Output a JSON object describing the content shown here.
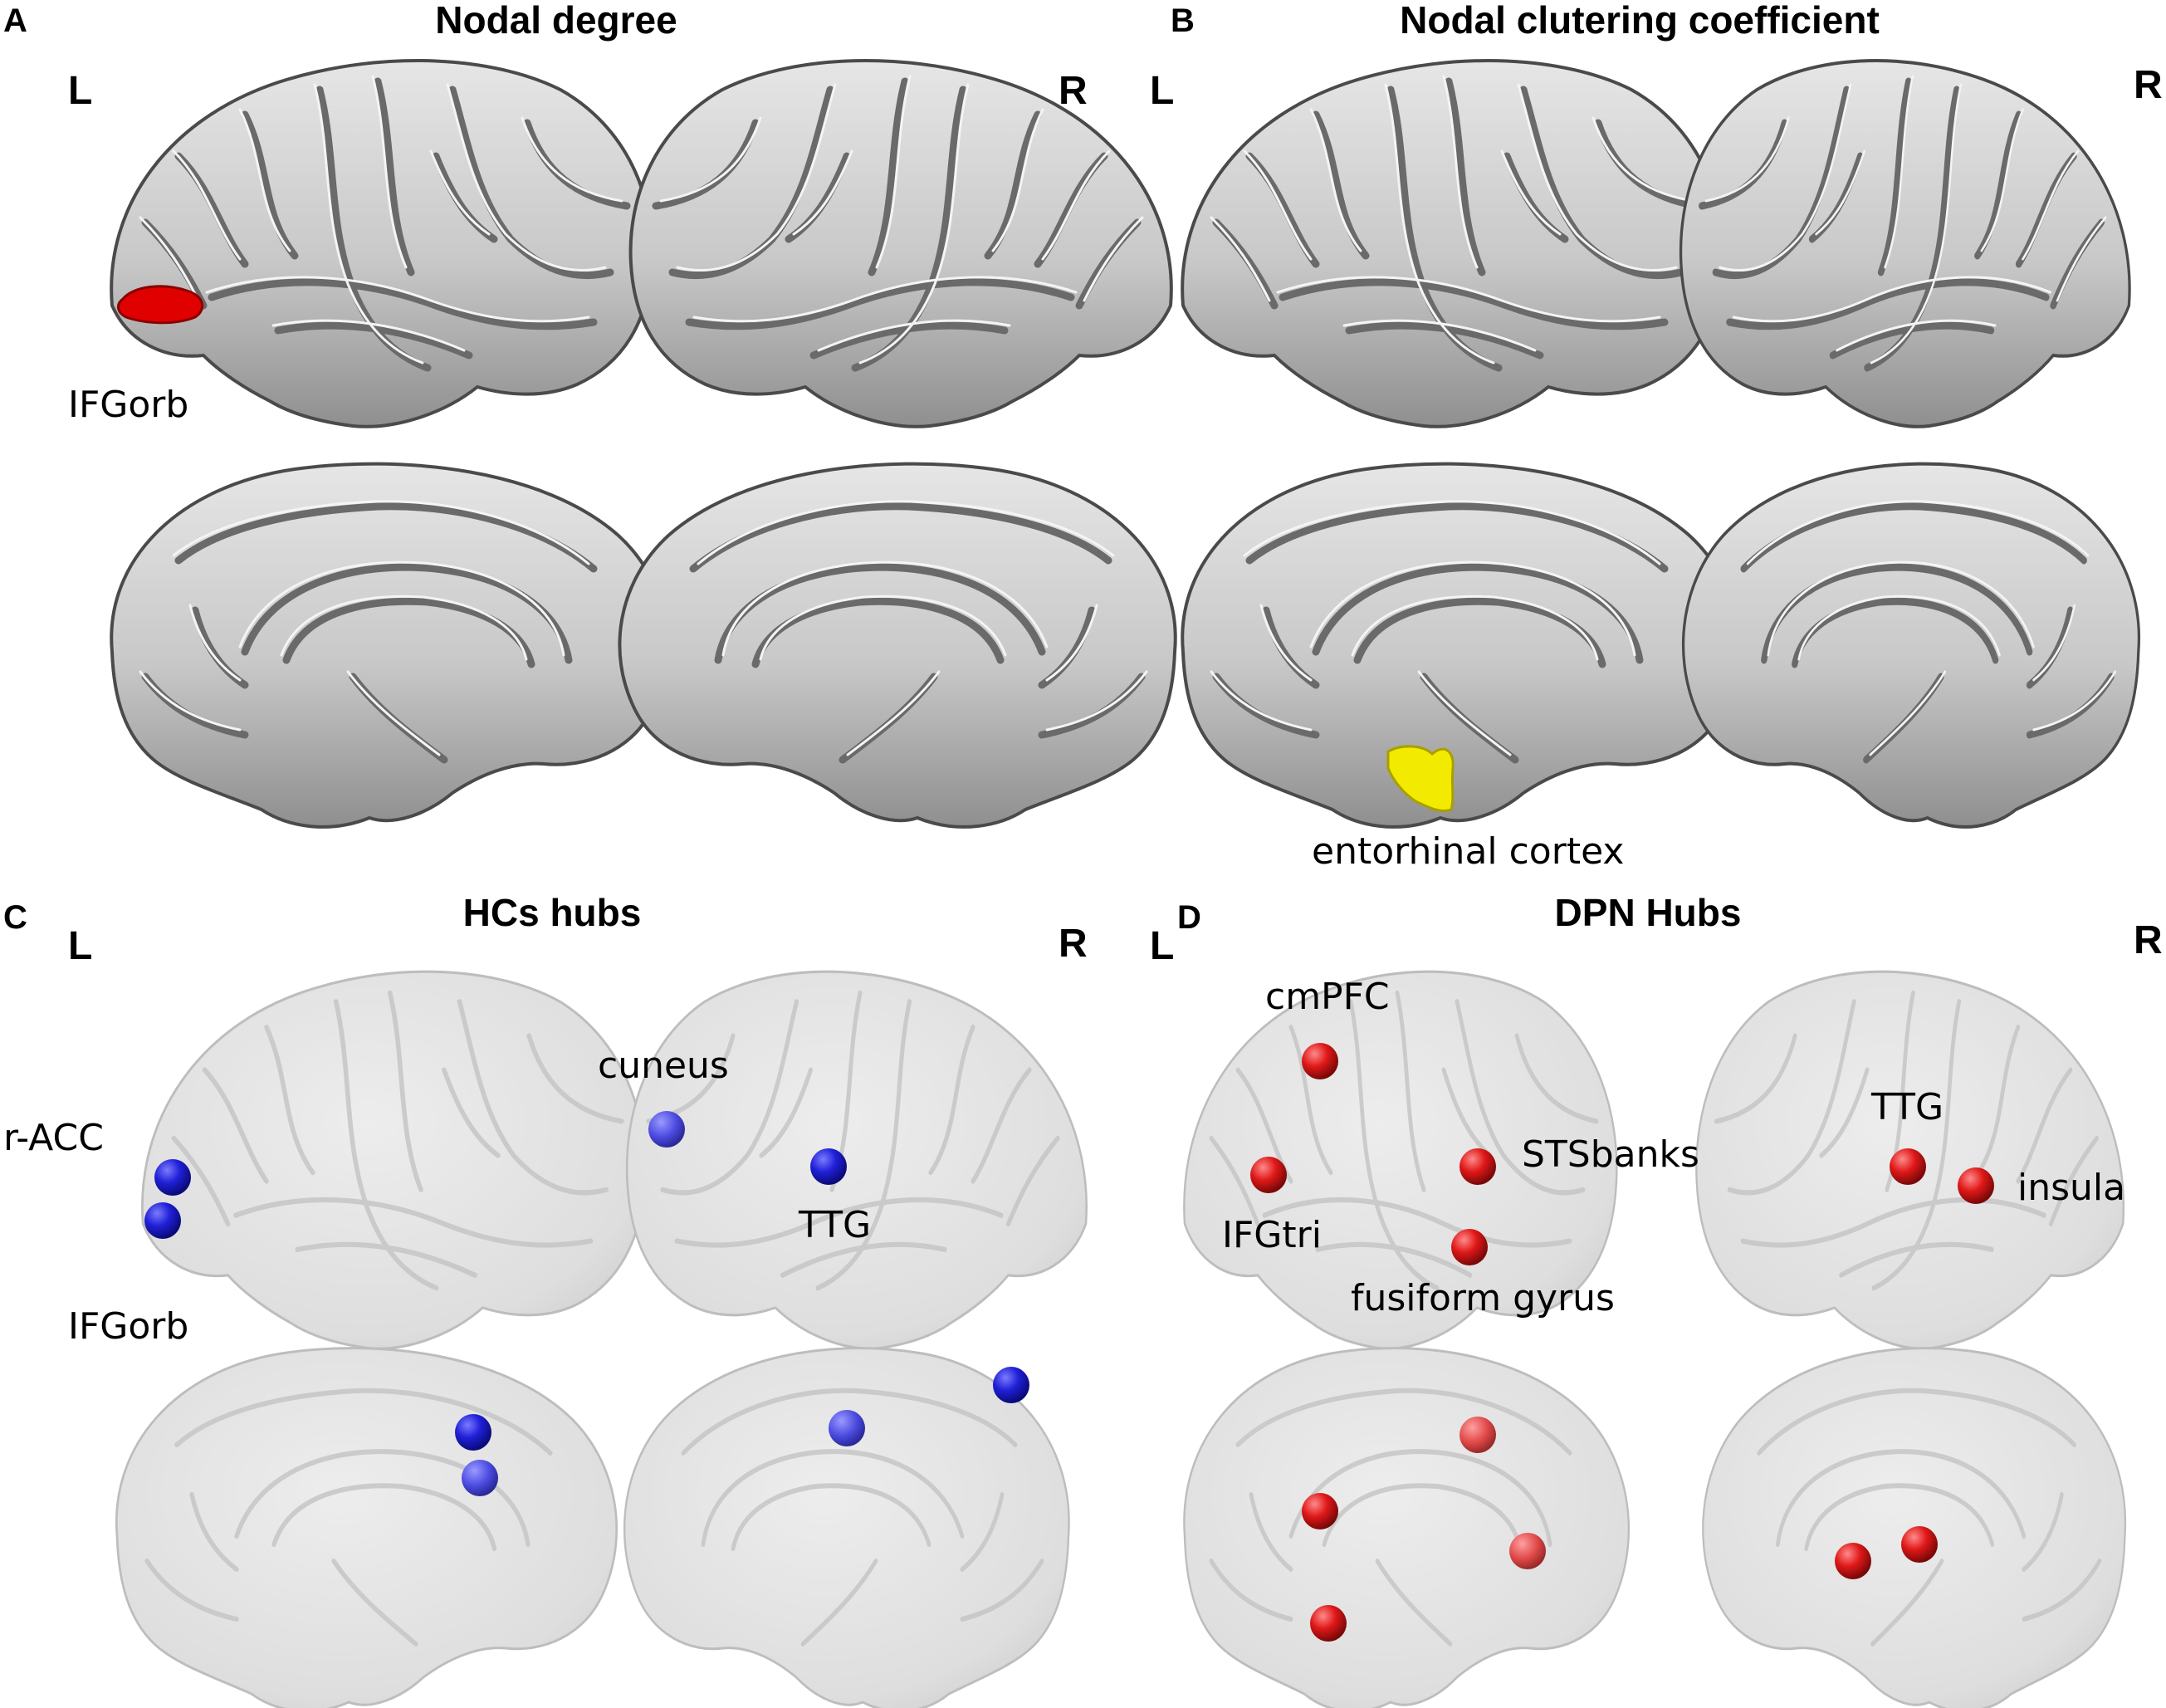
{
  "panels": {
    "A": {
      "letter": "A",
      "title": "Nodal degree",
      "left": "L",
      "right": "R"
    },
    "B": {
      "letter": "B",
      "title": "Nodal clutering coefficient",
      "left": "L",
      "right": "R"
    },
    "C": {
      "letter": "C",
      "title": "HCs hubs",
      "left": "L",
      "right": "R"
    },
    "D": {
      "letter": "D",
      "title": "DPN Hubs",
      "left": "L",
      "right": "R"
    }
  },
  "labels": {
    "a_ifgorb": "IFGorb",
    "b_entorhinal": "entorhinal cortex",
    "c_racc": "r-ACC",
    "c_cuneus": "cuneus",
    "c_ttg": "TTG",
    "c_ifgorb": "IFGorb",
    "d_cmpfc": "cmPFC",
    "d_stsbanks": "STSbanks",
    "d_ifgtri": "IFGtri",
    "d_fusiform": "fusiform gyrus",
    "d_ttg": "TTG",
    "d_insula": "insula"
  },
  "colors": {
    "hub_hc": "#1a1ad6",
    "hub_dpn": "#e01818",
    "highlight_degree": "#e00000",
    "highlight_clustering": "#f2ea00",
    "cortex_solid": "#c9c9c9",
    "cortex_glass": "#e3e3e3"
  }
}
